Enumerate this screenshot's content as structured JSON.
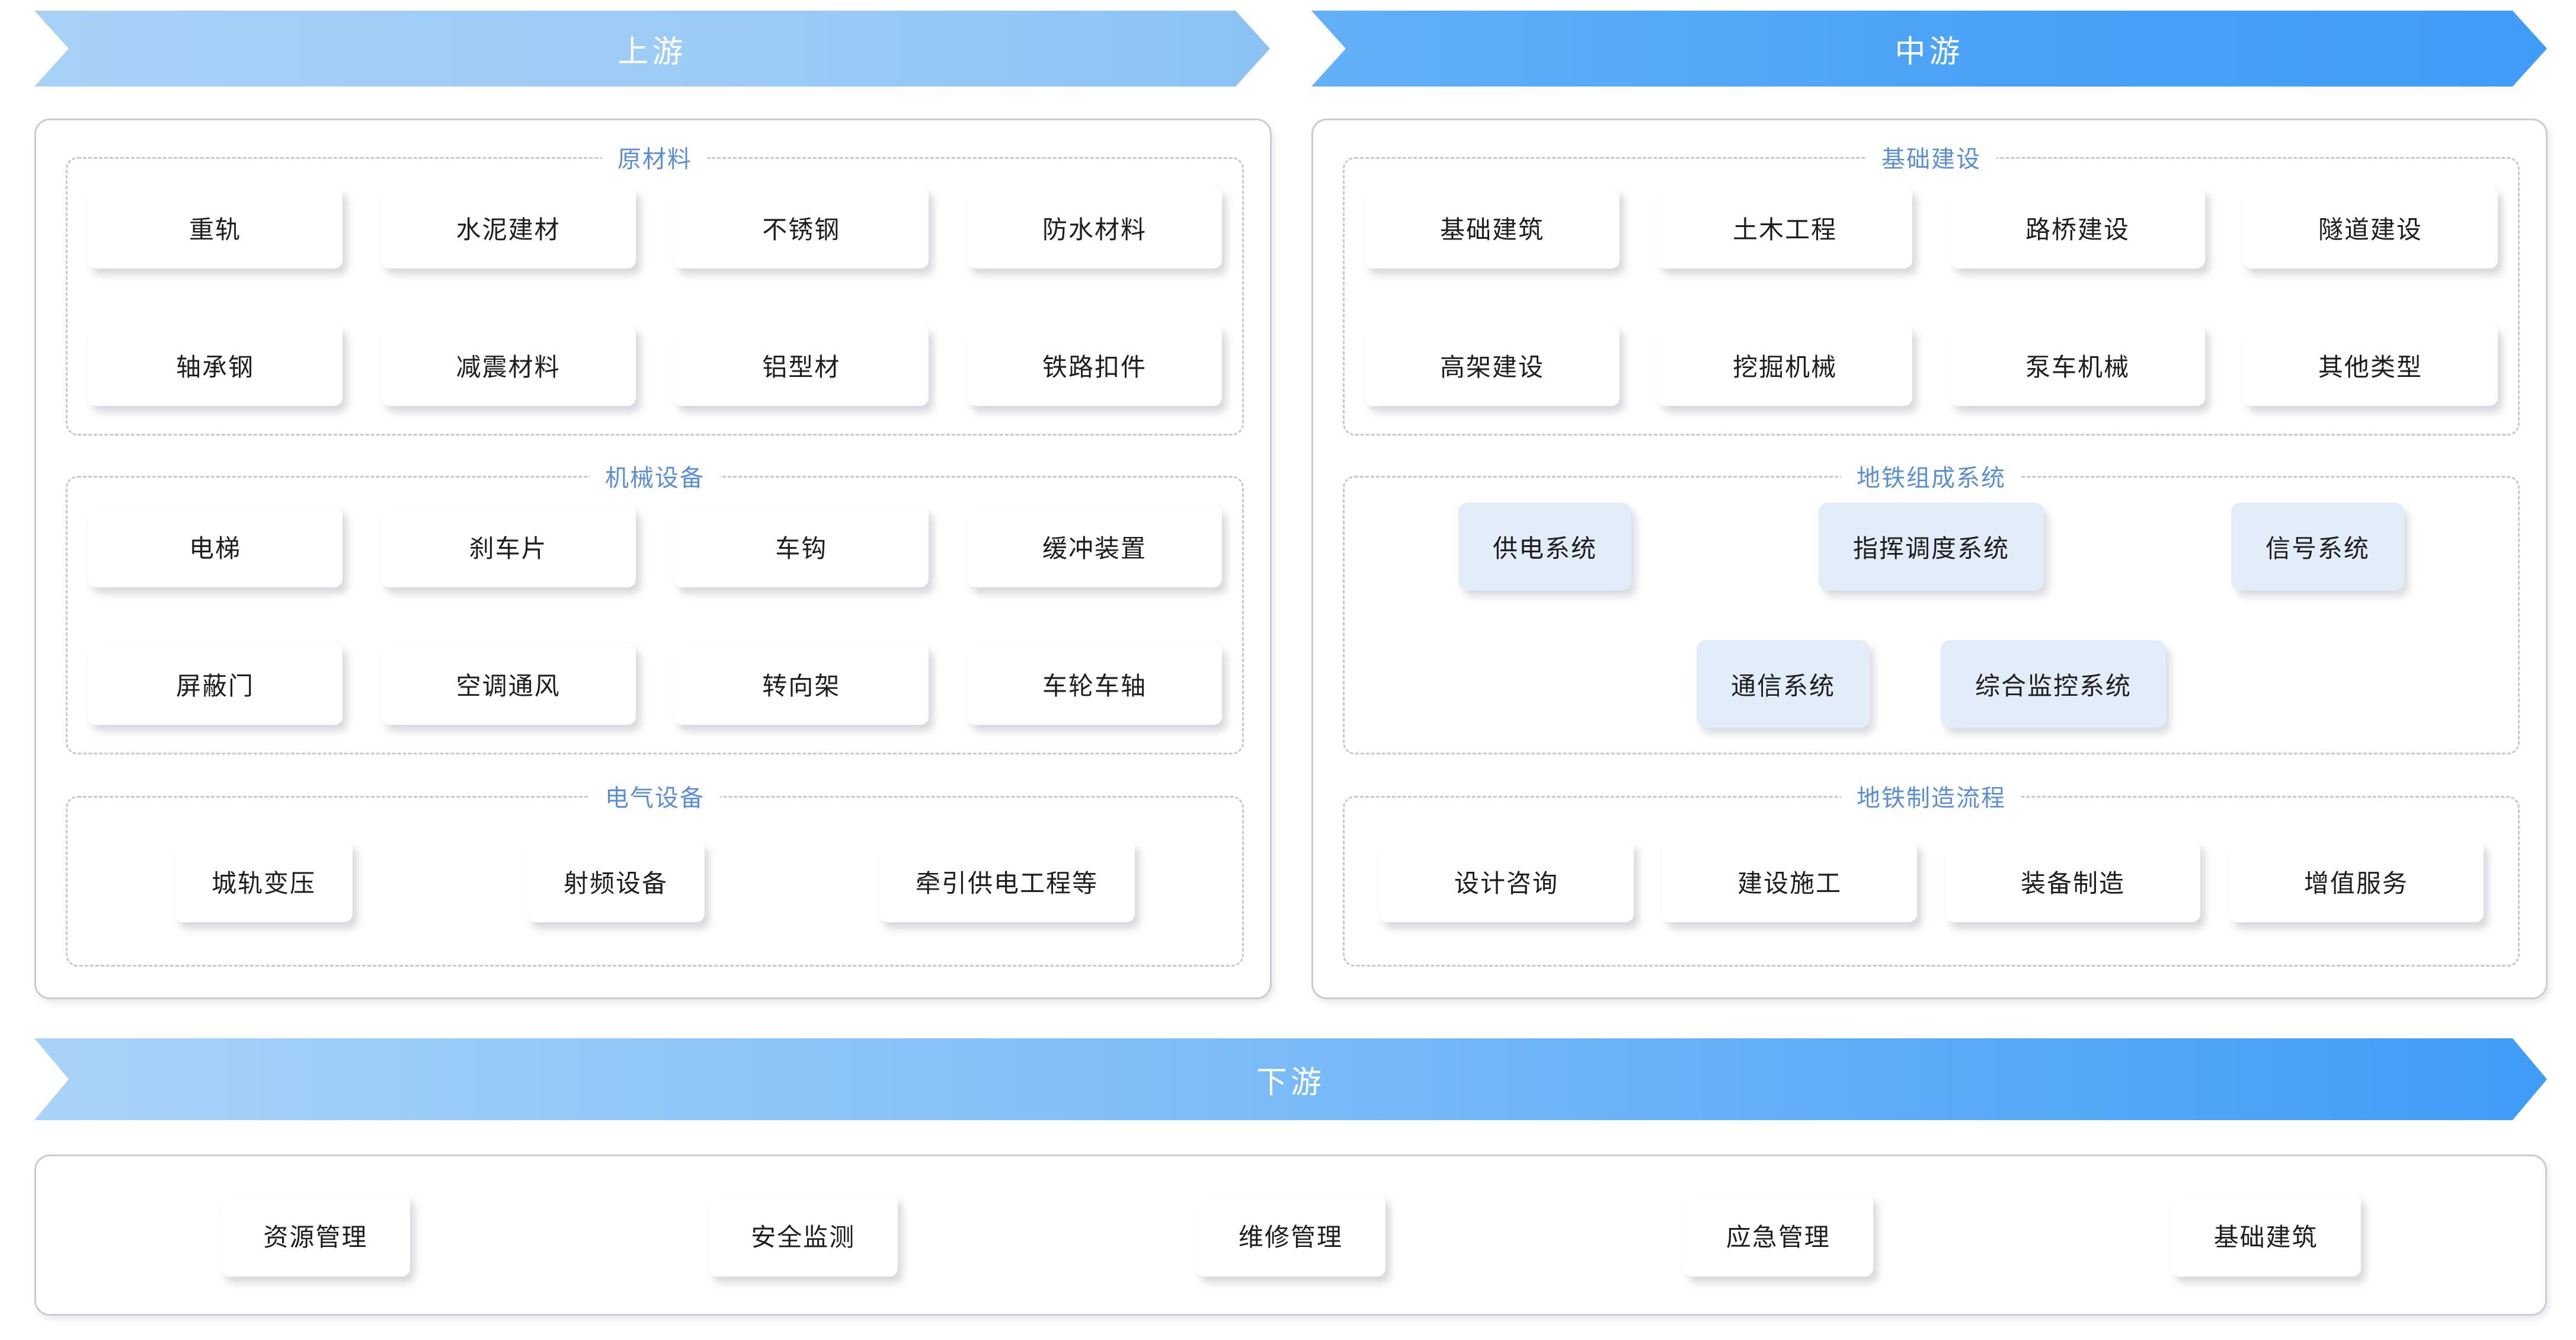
{
  "banners": {
    "upstream": {
      "label": "上游"
    },
    "midstream": {
      "label": "中游"
    },
    "downstream": {
      "label": "下游"
    }
  },
  "colors": {
    "legend_text": "#5b8fd4",
    "banner_light": "#a8d1f7",
    "banner_dark": "#3f9cf7",
    "card_blue_fill": "#e2edf9",
    "panel_border": "#c9ccd1",
    "group_border": "#c6c9ce",
    "card_text": "#1e1e1e"
  },
  "upstream": {
    "groups": [
      {
        "title": "原材料",
        "rows": [
          [
            "重轨",
            "水泥建材",
            "不锈钢",
            "防水材料"
          ],
          [
            "轴承钢",
            "减震材料",
            "铝型材",
            "铁路扣件"
          ]
        ]
      },
      {
        "title": "机械设备",
        "rows": [
          [
            "电梯",
            "刹车片",
            "车钩",
            "缓冲装置"
          ],
          [
            "屏蔽门",
            "空调通风",
            "转向架",
            "车轮车轴"
          ]
        ]
      },
      {
        "title": "电气设备",
        "rows": [
          [
            "城轨变压",
            "射频设备",
            "牵引供电工程等"
          ]
        ]
      }
    ]
  },
  "midstream": {
    "groups": [
      {
        "title": "基础建设",
        "rows": [
          [
            "基础建筑",
            "土木工程",
            "路桥建设",
            "隧道建设"
          ],
          [
            "高架建设",
            "挖掘机械",
            "泵车机械",
            "其他类型"
          ]
        ]
      },
      {
        "title": "地铁组成系统",
        "rows": [
          [
            "供电系统",
            "指挥调度系统",
            "信号系统"
          ],
          [
            "通信系统",
            "综合监控系统"
          ]
        ]
      },
      {
        "title": "地铁制造流程",
        "rows": [
          [
            "设计咨询",
            "建设施工",
            "装备制造",
            "增值服务"
          ]
        ]
      }
    ]
  },
  "downstream": {
    "items": [
      "资源管理",
      "安全监测",
      "维修管理",
      "应急管理",
      "基础建筑"
    ]
  }
}
